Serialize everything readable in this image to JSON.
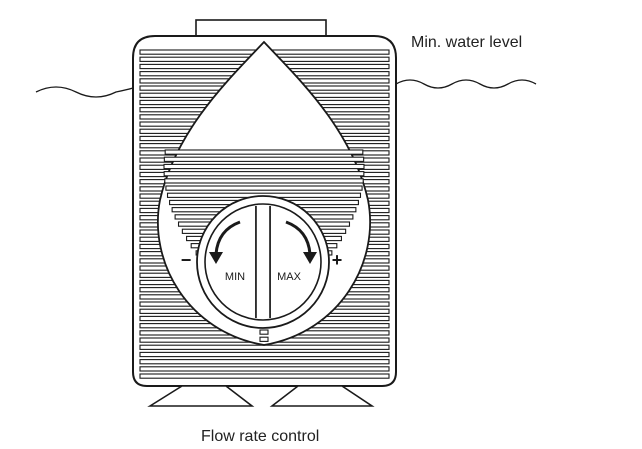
{
  "labels": {
    "min_water_level": "Min. water level",
    "flow_rate_control": "Flow rate control"
  },
  "dial": {
    "min_label": "MIN",
    "max_label": "MAX",
    "minus_symbol": "−",
    "plus_symbol": "+"
  },
  "style": {
    "stroke_color": "#1a1a1a",
    "background": "#ffffff"
  }
}
